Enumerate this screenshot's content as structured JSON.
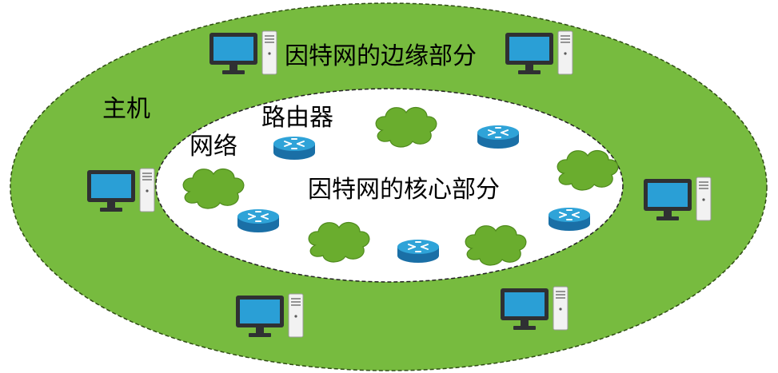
{
  "labels": {
    "edge": "因特网的边缘部分",
    "core": "因特网的核心部分",
    "host": "主机",
    "router": "路由器",
    "network": "网络"
  },
  "colors": {
    "edge_fill": "#77bb3f",
    "core_fill": "#ffffff",
    "cloud_fill": "#6aad2e",
    "router_top": "#2fa3d8",
    "router_side": "#1a6fa6",
    "monitor_frame": "#2f3033",
    "monitor_screen": "#2a9fd6",
    "tower_fill": "#f2f2f2"
  },
  "icons": {
    "host": "desktop-computer-icon",
    "router": "router-icon",
    "network": "network-cloud-icon"
  }
}
